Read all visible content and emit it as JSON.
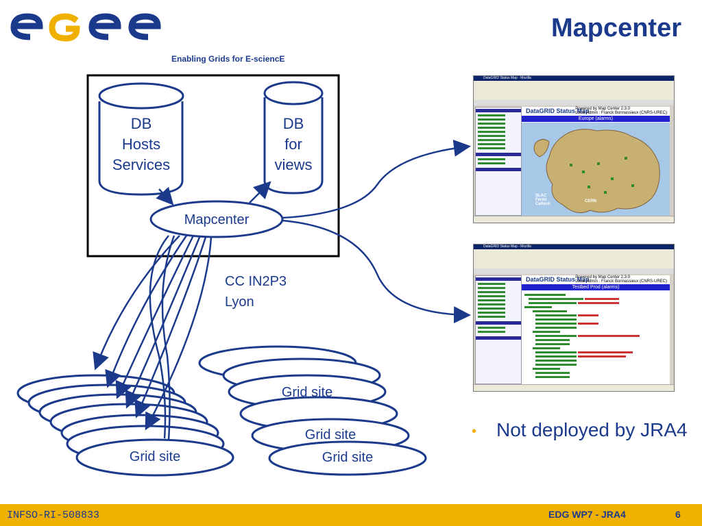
{
  "header": {
    "title": "Mapcenter",
    "tagline": "Enabling Grids for E-sciencE",
    "logo_text": "egee"
  },
  "diagram": {
    "db_hosts": [
      "DB",
      "Hosts",
      "Services"
    ],
    "db_views": [
      "DB",
      "for",
      "views"
    ],
    "mapcenter": "Mapcenter",
    "location": [
      "CC IN2P3",
      "Lyon"
    ],
    "grid_site": "Grid site",
    "grid_site_partial": "Grid site"
  },
  "screenshots": {
    "window_title": "DataGRID Status Map - Mozilla",
    "app_title": "DataGRID Status Map",
    "powered_by": "Powered by Map Center 2.3.0",
    "local_admin": "Local Admin : Franck Bonnassieux (CNRS-UREC)",
    "top_bar": "Europe (alarms)",
    "bottom_bar": "Testbed Prod (alarms)",
    "top_map_labels": [
      "SLAC",
      "Fermi",
      "Caltech",
      "CERN"
    ]
  },
  "bullet": "Not deployed by JRA4",
  "footer": {
    "left": "INFSO-RI-508833",
    "middle": "EDG WP7 - JRA4",
    "page": "6"
  },
  "colors": {
    "brand_blue": "#1b3a8c",
    "footer_gold": "#f0b000"
  }
}
